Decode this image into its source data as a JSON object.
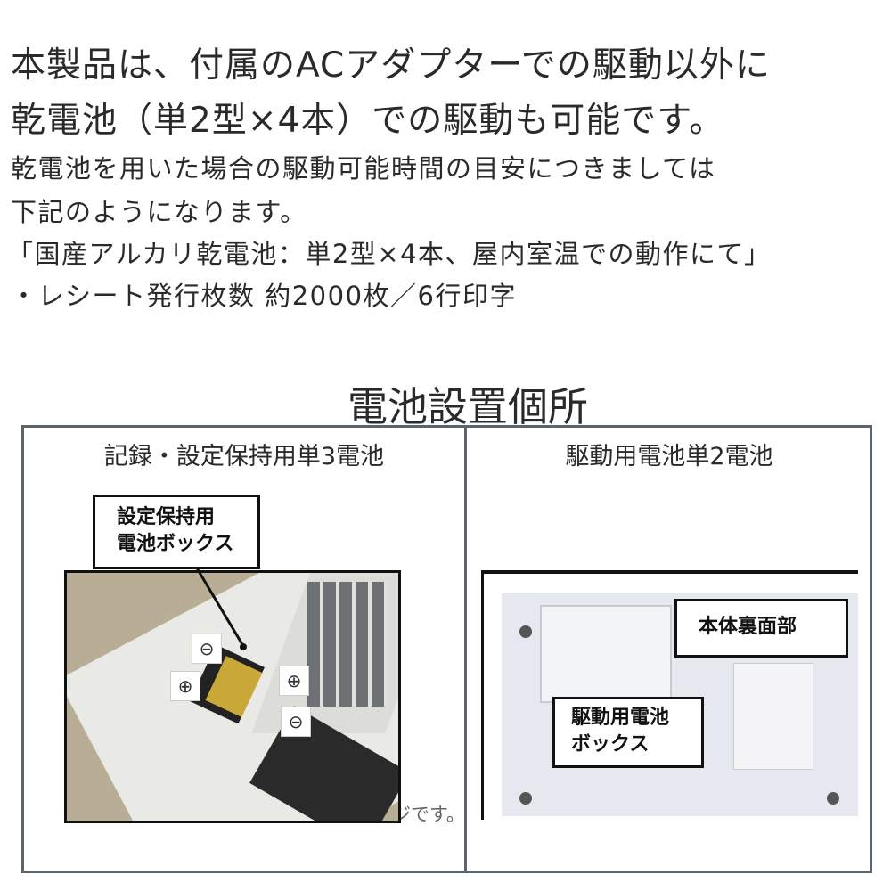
{
  "intro": {
    "line1": "本製品は、付属のACアダプターでの駆動以外に",
    "line2": "乾電池（単2型×4本）での駆動も可能です。",
    "line3": "乾電池を用いた場合の駆動可能時間の目安につきましては",
    "line4": "下記のようになります。",
    "line5": "「国産アルカリ乾電池：単2型×4本、屋内室温での動作にて」",
    "line6": "・レシート発行枚数 約2000枚／6行印字"
  },
  "section": {
    "title": "電池設置個所",
    "left": {
      "heading": "記録・設定保持用単3電池",
      "callout_line1": "設定保持用",
      "callout_line2": "電池ボックス",
      "plus": "⊕",
      "minus": "⊖",
      "caption_fragment": "ジです。"
    },
    "right": {
      "heading": "駆動用電池単2電池",
      "callout_top": "本体裏面部",
      "callout_line1": "駆動用電池",
      "callout_line2": "ボックス"
    }
  }
}
